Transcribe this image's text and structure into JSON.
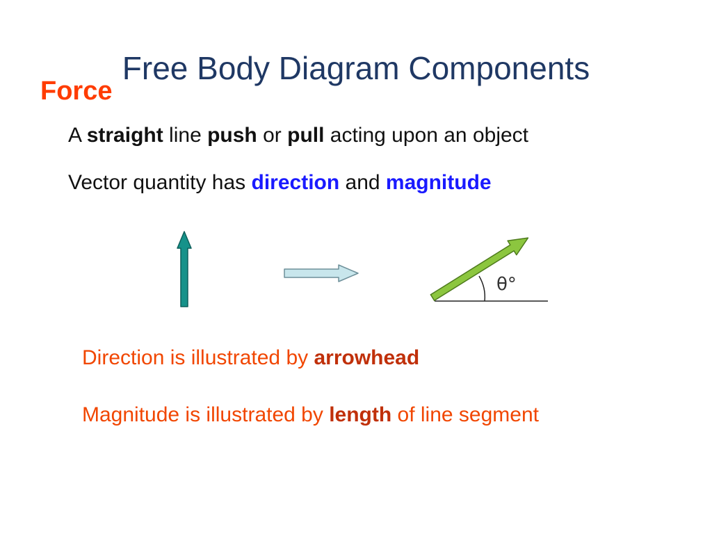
{
  "slide": {
    "title": "Free Body Diagram Components",
    "section": "Force",
    "line1": {
      "t1": "A ",
      "b1": "straight",
      "t2": " line ",
      "b2": "push",
      "t3": " or ",
      "b3": "pull",
      "t4": " acting upon an object"
    },
    "line2": {
      "t1": "Vector quantity has ",
      "b1": "direction",
      "t2": " and ",
      "b2": "magnitude"
    },
    "angle_label": "θ°",
    "note1": {
      "t1": "Direction is illustrated by ",
      "b1": "arrowhead"
    },
    "note2": {
      "t1": "Magnitude is illustrated by ",
      "b1": "length",
      "t2": " of line segment"
    }
  },
  "colors": {
    "title": "#1f3864",
    "section": "#ff3c00",
    "emphasis_blue": "#1a1aff",
    "note_orange": "#f14600",
    "arrow_teal": "#16928a",
    "arrow_light_blue": "#c8e6ec",
    "arrow_green": "#8cc63f"
  },
  "icons": [
    "up-arrow-icon",
    "right-arrow-icon",
    "angled-arrow-icon"
  ]
}
